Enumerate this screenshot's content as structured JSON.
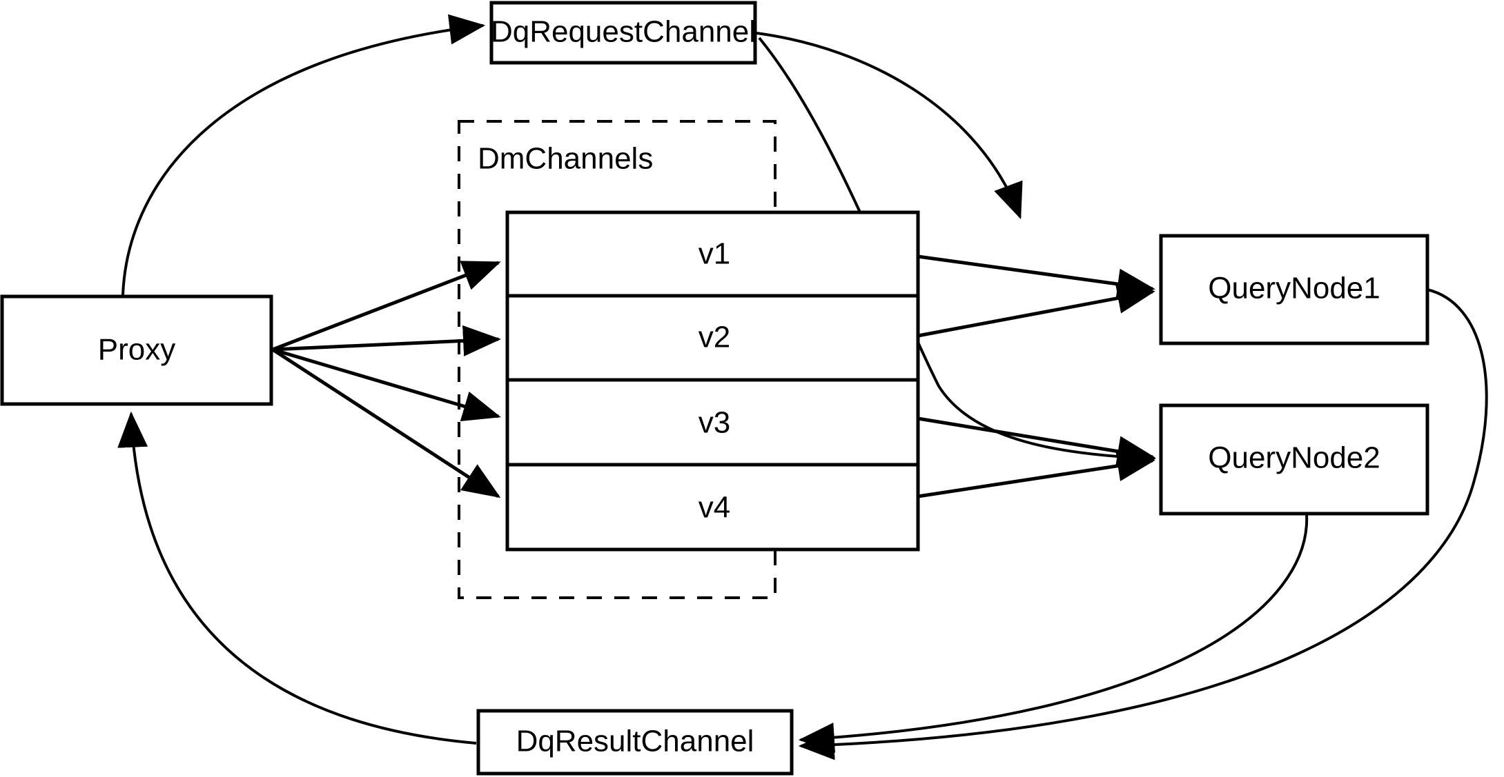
{
  "diagram": {
    "title": "Milvus query channel data flow",
    "type": "flow-diagram",
    "background_color": "#ffffff",
    "stroke_color": "#000000",
    "nodes": {
      "proxy": {
        "label": "Proxy"
      },
      "dq_request_channel": {
        "label": "DqRequestChannel"
      },
      "dq_result_channel": {
        "label": "DqResultChannel"
      },
      "query_node_1": {
        "label": "QueryNode1"
      },
      "query_node_2": {
        "label": "QueryNode2"
      },
      "dm_channels_group": {
        "label": "DmChannels"
      },
      "channels": [
        {
          "label": "v1"
        },
        {
          "label": "v2"
        },
        {
          "label": "v3"
        },
        {
          "label": "v4"
        }
      ]
    }
  }
}
